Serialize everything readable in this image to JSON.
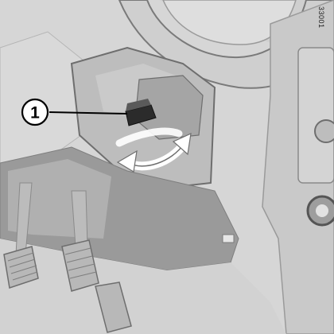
{
  "figure": {
    "callout": {
      "number": "1",
      "label": "steering-column-adjustment-lever"
    },
    "reference_code": "33001",
    "arrow": {
      "meaning": "adjustment-direction",
      "style": "double-headed-curved"
    },
    "palette": {
      "background": "#ffffff",
      "light_grey": "#d6d6d6",
      "mid_grey": "#9a9a9a",
      "dark_grey": "#4a4a4a",
      "shadow": "#bdbdbd",
      "lever": "#2b2b2b",
      "callout_line": "#000000"
    },
    "icons": [
      "steering-wheel",
      "steering-column-shroud",
      "release-lever",
      "clutch-pedal",
      "brake-pedal",
      "dashboard-knob",
      "double-arrow"
    ]
  }
}
